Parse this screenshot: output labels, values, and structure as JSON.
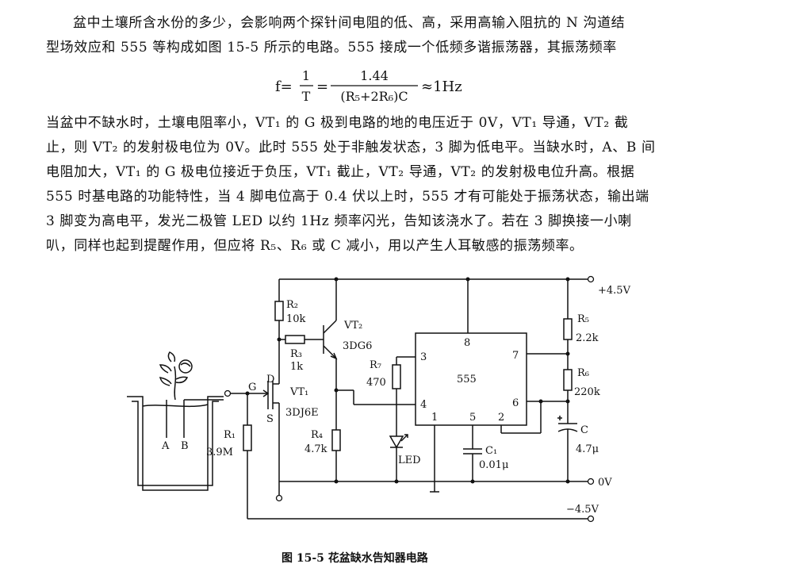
{
  "intro": {
    "line1": "盆中土壤所含水份的多少，会影响两个探针间电阻的低、高，采用高输入阻抗的 N 沟道结",
    "line2": "型场效应和 555 等构成如图 15-5 所示的电路。555 接成一个低频多谐振荡器，其振荡频率"
  },
  "formula": {
    "lhs": "f=",
    "num1": "1",
    "den1": "T",
    "eq": "=",
    "num2": "1.44",
    "den2": "(R₅+2R₆)C",
    "approx": "≈1Hz"
  },
  "body": {
    "line1": "当盆中不缺水时，土壤电阻率小，VT₁ 的 G 极到电路的地的电压近于 0V，VT₁ 导通，VT₂ 截",
    "line2": "止，则 VT₂ 的发射极电位为 0V。此时 555 处于非触发状态，3 脚为低电平。当缺水时，A、B 间",
    "line3": "电阻加大，VT₁ 的 G 极电位接近于负压，VT₁ 截止，VT₂ 导通，VT₂ 的发射极电位升高。根据",
    "line4": "555 时基电路的功能特性，当 4 脚电位高于 0.4 伏以上时，555 才有可能处于振荡状态，输出端",
    "line5": "3 脚变为高电平，发光二极管 LED 以约 1Hz 频率闪光，告知该浇水了。若在 3 脚换接一小喇",
    "line6": "叭，同样也起到提醒作用，但应将 R₅、R₆ 或 C 减小，用以产生人耳敏感的振荡频率。"
  },
  "circuit": {
    "vplus": "+4.5V",
    "zero": "0V",
    "vminus": "−4.5V",
    "R2": {
      "name": "R₂",
      "value": "10k"
    },
    "R3": {
      "name": "R₃",
      "value": "1k"
    },
    "R1": {
      "name": "R₁",
      "value": "3.9M"
    },
    "R4": {
      "name": "R₄",
      "value": "4.7k"
    },
    "R7": {
      "name": "R₇",
      "value": "470"
    },
    "R5": {
      "name": "R₅",
      "value": "2.2k"
    },
    "R6": {
      "name": "R₆",
      "value": "220k"
    },
    "C": {
      "name": "C",
      "value": "4.7μ"
    },
    "C1": {
      "name": "C₁",
      "value": "0.01μ"
    },
    "VT1": {
      "name": "VT₁",
      "type": "3DJ6E"
    },
    "VT2": {
      "name": "VT₂",
      "type": "3DG6"
    },
    "led": "LED",
    "ic": "555",
    "pins": {
      "p8": "8",
      "p7": "7",
      "p6": "6",
      "p3": "3",
      "p4": "4",
      "p1": "1",
      "p5": "5",
      "p2": "2"
    },
    "G": "G",
    "D": "D",
    "S": "S",
    "A": "A",
    "B": "B"
  },
  "caption": "图 15-5    花盆缺水告知器电路"
}
